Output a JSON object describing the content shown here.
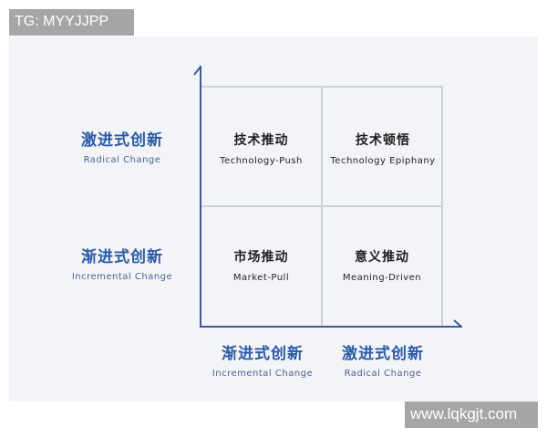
{
  "watermarks": {
    "top": "TG: MYYJJPP",
    "bottom": "www.lqkgjt.com"
  },
  "colors": {
    "accent_blue": "#2b5aa6",
    "subtitle_blue": "#4d6391",
    "grid_line": "#cdd0d6",
    "axis_line": "#3d5a96",
    "panel_bg": "#f3f4f8",
    "watermark_bg": "#a6a6a6"
  },
  "y_axis": {
    "top": {
      "zh": "激进式创新",
      "en": "Radical Change"
    },
    "bottom": {
      "zh": "渐进式创新",
      "en": "Incremental Change"
    }
  },
  "x_axis": {
    "left": {
      "zh": "渐进式创新",
      "en": "Incremental Change"
    },
    "right": {
      "zh": "激进式创新",
      "en": "Radical Change"
    }
  },
  "quadrants": {
    "top_left": {
      "zh": "技术推动",
      "en": "Technology-Push"
    },
    "top_right": {
      "zh": "技术顿悟",
      "en": "Technology Epiphany"
    },
    "bottom_left": {
      "zh": "市场推动",
      "en": "Market-Pull"
    },
    "bottom_right": {
      "zh": "意义推动",
      "en": "Meaning-Driven"
    }
  }
}
